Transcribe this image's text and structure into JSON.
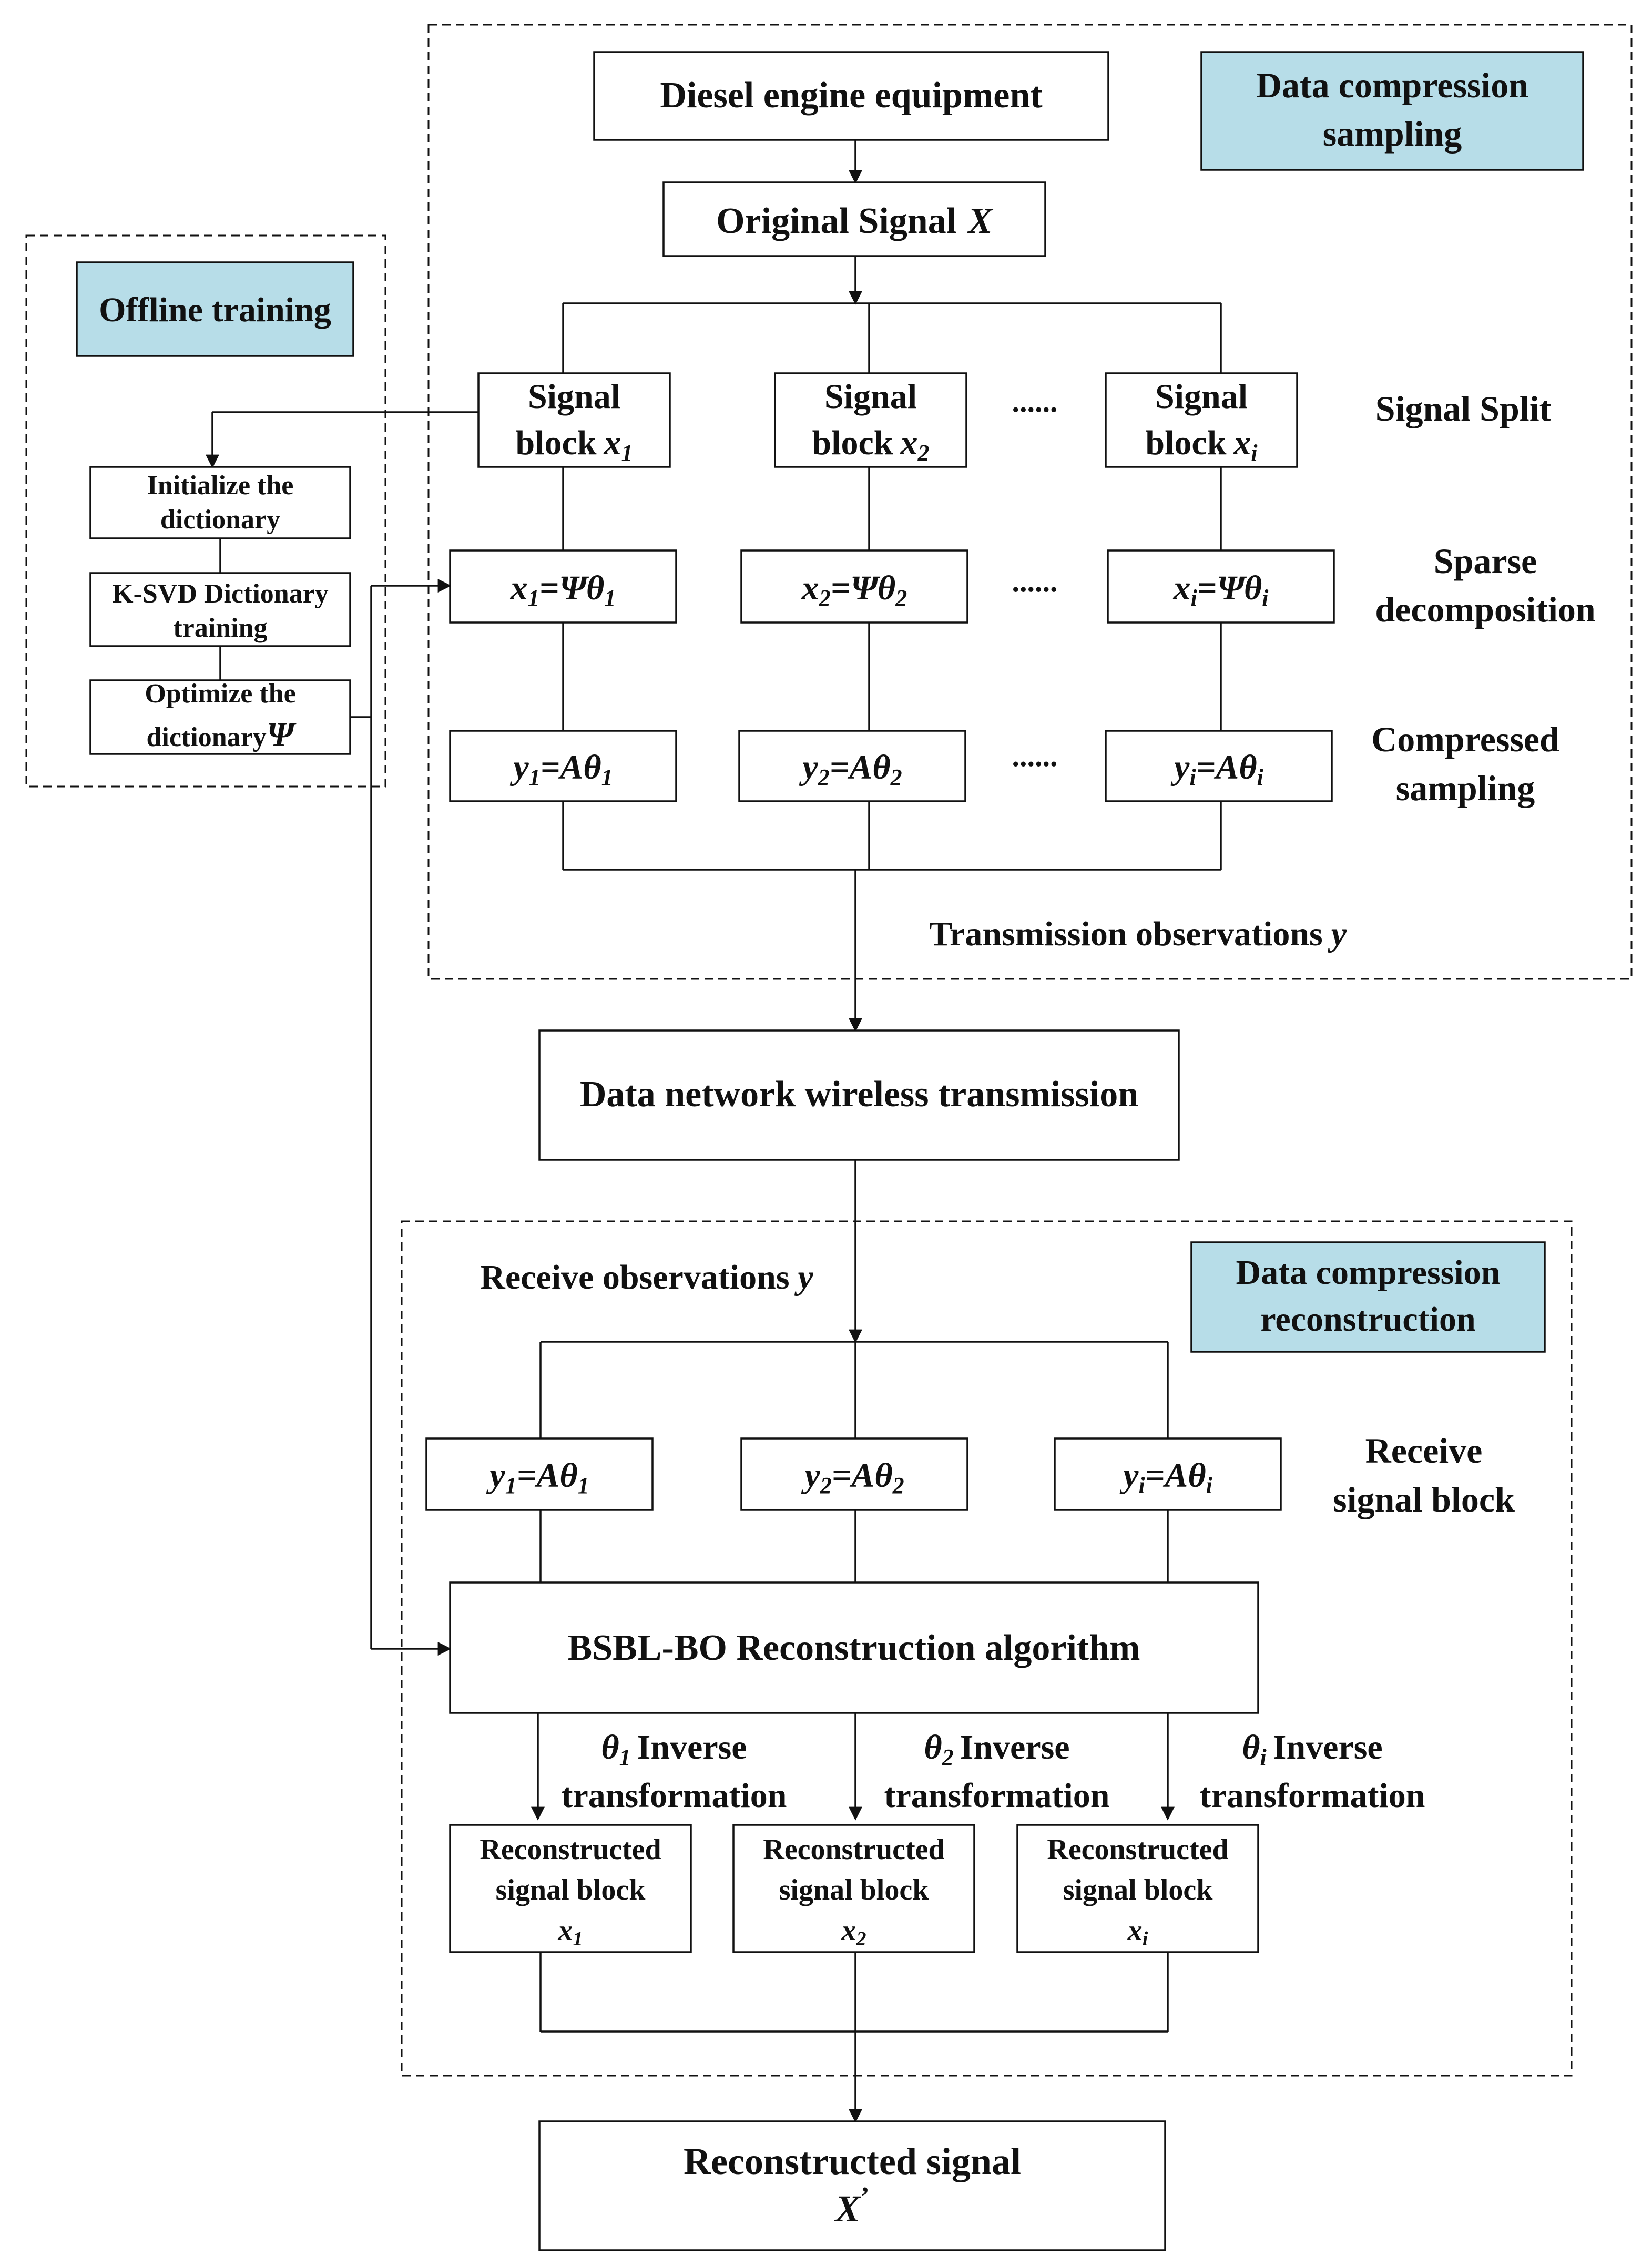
{
  "diagram": {
    "sections": {
      "compression_sampling": "Data compression sampling",
      "offline_training": "Offline training",
      "compression_reconstruction": "Data compression reconstruction"
    },
    "nodes": {
      "diesel_engine": "Diesel engine equipment",
      "original_signal": "Original Signal",
      "original_signal_var": "X",
      "signal_word": "Signal",
      "block_word": "block",
      "ellipsis": "......",
      "init_dict": [
        "Initialize the",
        "dictionary"
      ],
      "ksvd": [
        "K-SVD Dictionary",
        "training"
      ],
      "optimize_dict": [
        "Optimize the",
        "dictionary"
      ],
      "psi": "Ψ",
      "network": "Data network wireless transmission",
      "bsbl": "BSBL-BO Reconstruction algorithm",
      "recon_block": [
        "Reconstructed",
        "signal block"
      ],
      "recon_signal": "Reconstructed signal",
      "recon_signal_var": "X",
      "recon_prime": "’"
    },
    "stage_labels": {
      "signal_split": "Signal Split",
      "sparse": [
        "Sparse",
        "decomposition"
      ],
      "compressed": [
        "Compressed",
        "sampling"
      ],
      "transmission": "Transmission observations",
      "receive_obs": "Receive observations",
      "obs_var": "y",
      "receive_block": [
        "Receive",
        "signal block"
      ],
      "inverse_word": "Inverse",
      "transformation_word": "transformation"
    },
    "subscripts": [
      "1",
      "2",
      "i"
    ]
  },
  "colors": {
    "highlight": "#b7dde8",
    "stroke": "#111111",
    "background": "#ffffff"
  }
}
